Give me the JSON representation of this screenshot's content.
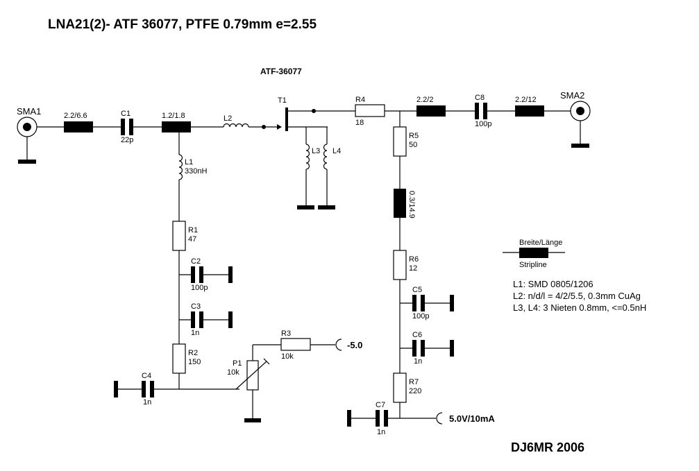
{
  "title": "LNA21(2)- ATF 36077, PTFE 0.79mm e=2.55",
  "transistor_part": "ATF-36077",
  "author": "DJ6MR 2006",
  "connectors": {
    "input": "SMA1",
    "output": "SMA2"
  },
  "components": {
    "tl_in1": "2.2/6.6",
    "c1": {
      "ref": "C1",
      "value": "22p"
    },
    "tl_in2": "1.2/1.8",
    "l2": {
      "ref": "L2"
    },
    "l1": {
      "ref": "L1",
      "value": "330nH"
    },
    "t1": {
      "ref": "T1"
    },
    "l3": {
      "ref": "L3"
    },
    "l4": {
      "ref": "L4"
    },
    "r4": {
      "ref": "R4",
      "value": "18"
    },
    "tl_out1": "2.2/2",
    "c8": {
      "ref": "C8",
      "value": "100p"
    },
    "tl_out2": "2.2/12",
    "r5": {
      "ref": "R5",
      "value": "50"
    },
    "tl_bias": "0.3/14.9",
    "r6": {
      "ref": "R6",
      "value": "12"
    },
    "c5": {
      "ref": "C5",
      "value": "100p"
    },
    "c6": {
      "ref": "C6",
      "value": "1n"
    },
    "r7": {
      "ref": "R7",
      "value": "220"
    },
    "c7": {
      "ref": "C7",
      "value": "1n"
    },
    "r1": {
      "ref": "R1",
      "value": "47"
    },
    "c2": {
      "ref": "C2",
      "value": "100p"
    },
    "c3": {
      "ref": "C3",
      "value": "1n"
    },
    "r2": {
      "ref": "R2",
      "value": "150"
    },
    "c4": {
      "ref": "C4",
      "value": "1n"
    },
    "p1": {
      "ref": "P1",
      "value": "10k"
    },
    "r3": {
      "ref": "R3",
      "value": "10k"
    }
  },
  "supplies": {
    "negative": "-5.0",
    "positive": "5.0V/10mA"
  },
  "legend": {
    "top": "Breite/Länge",
    "bottom": "Stripline"
  },
  "notes": [
    "L1: SMD 0805/1206",
    "L2: n/d/l = 4/2/5.5, 0.3mm CuAg",
    "L3, L4: 3 Nieten 0.8mm, <=0.5nH"
  ]
}
